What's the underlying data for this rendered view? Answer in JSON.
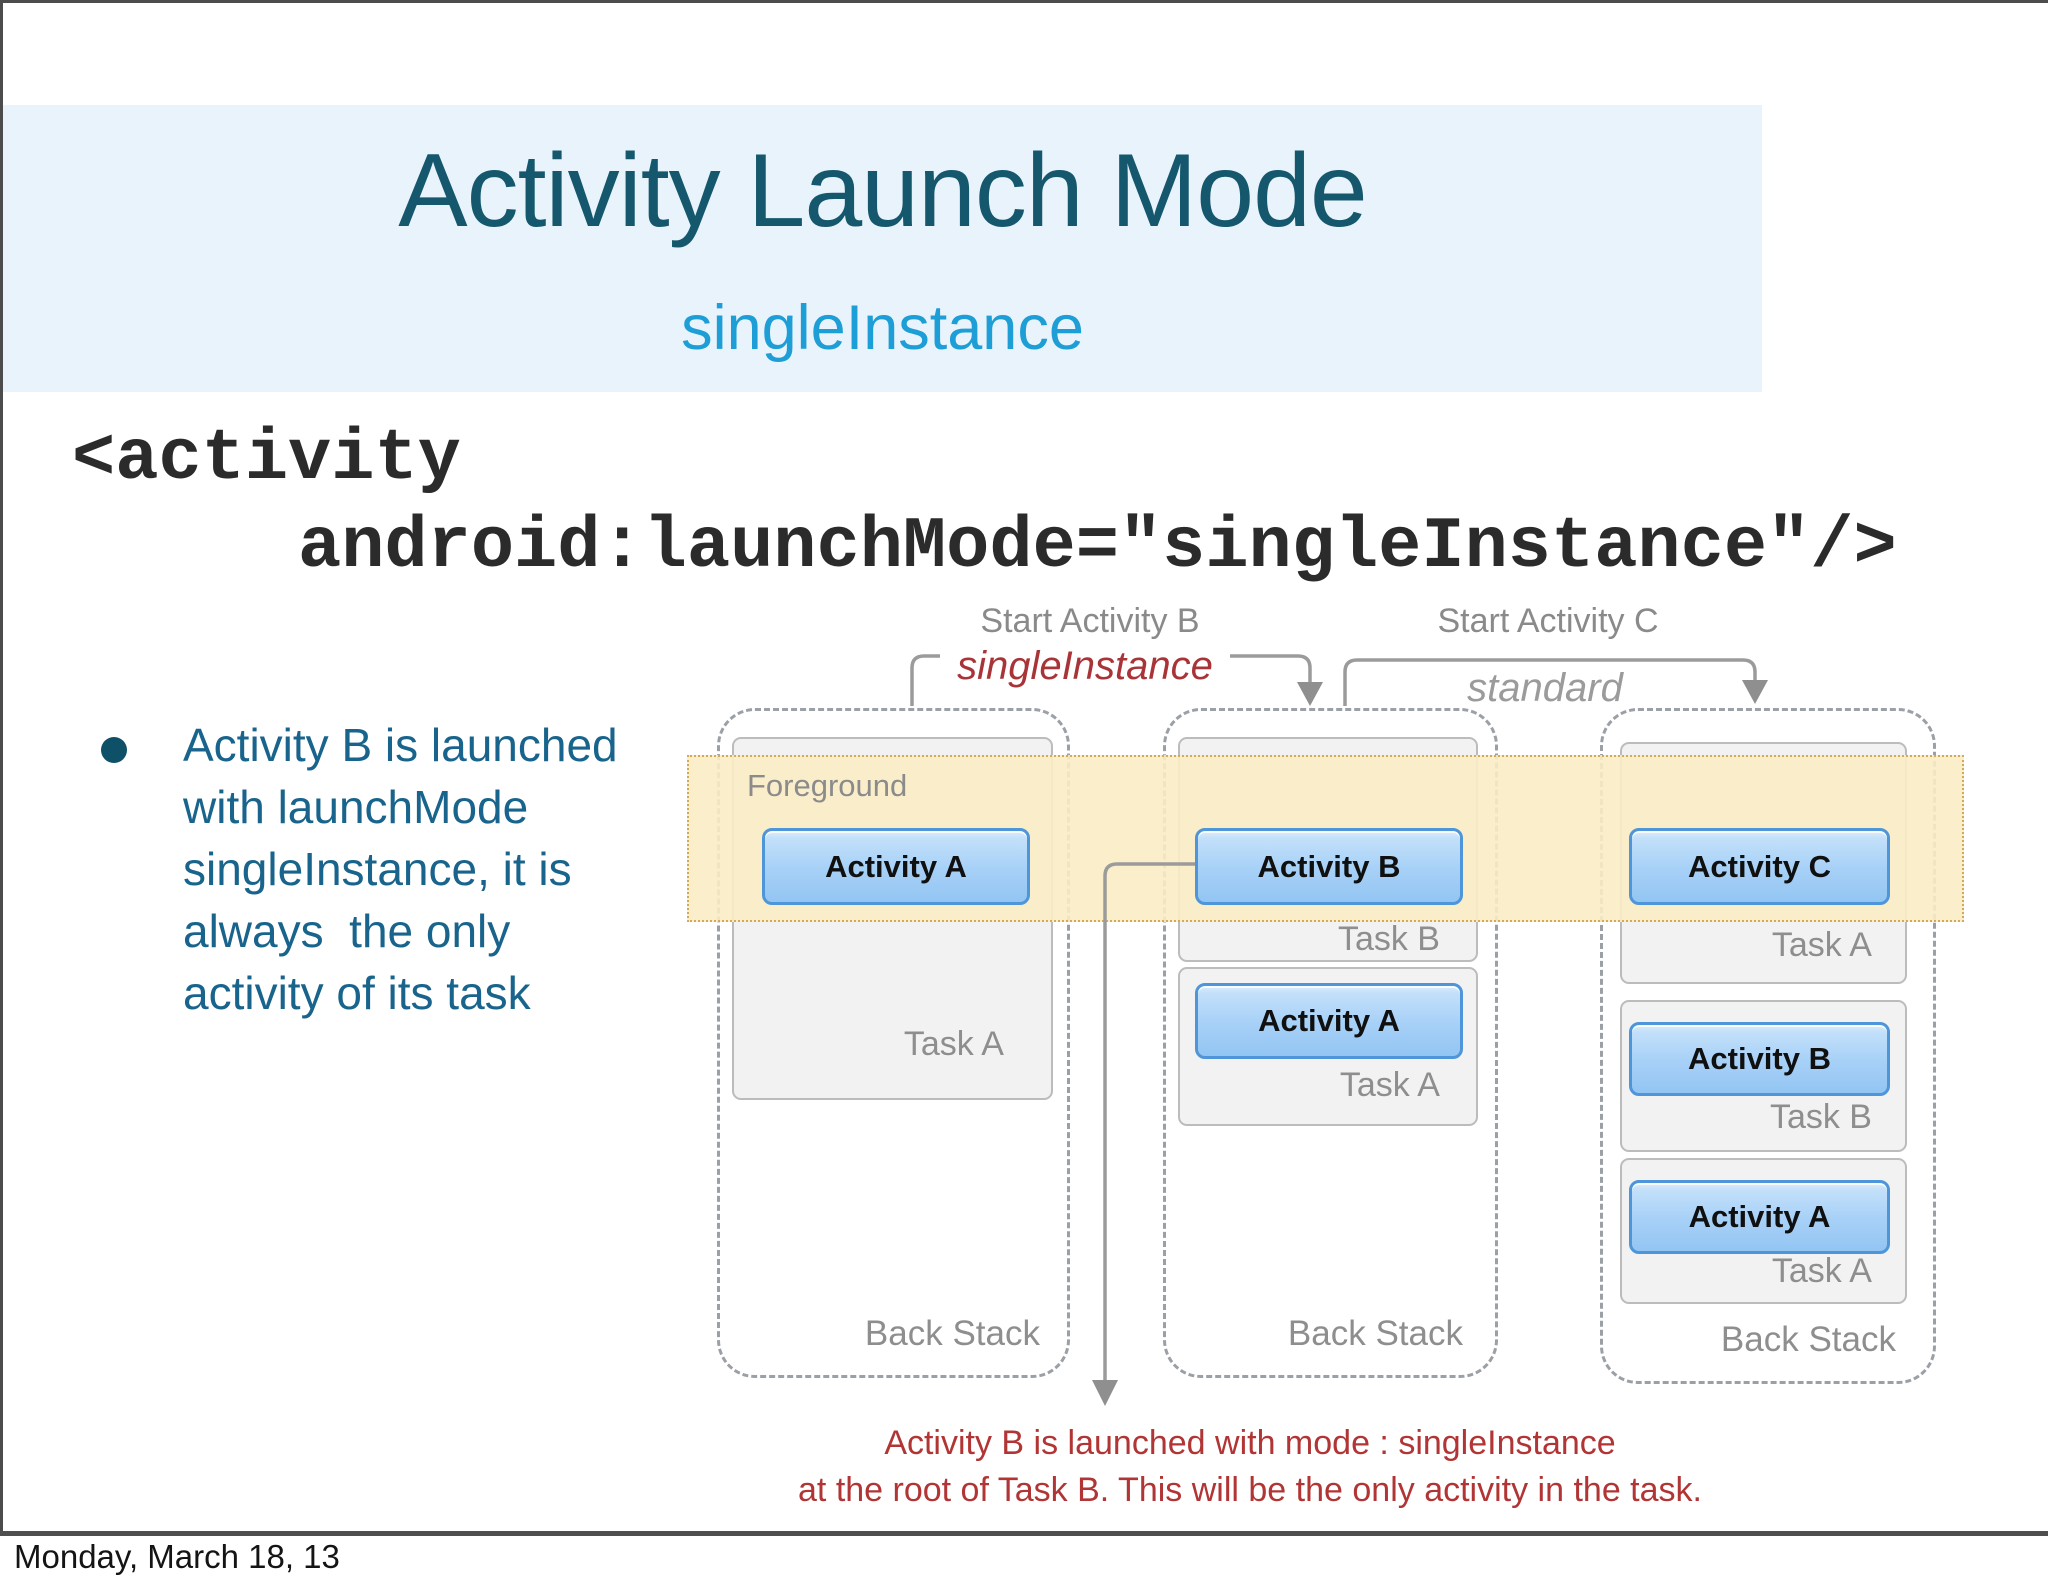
{
  "slide": {
    "title": "Activity Launch Mode",
    "subtitle": "singleInstance",
    "code": {
      "line1": "<activity",
      "line2": "android:launchMode=\"singleInstance\"/>"
    },
    "bullet": "Activity B is launched\nwith launchMode\nsingleInstance, it is\nalways  the only\nactivity of its task",
    "footer_date": "Monday, March 18, 13"
  },
  "diagram": {
    "connectors": [
      {
        "action": "Start Activity B",
        "mode": "singleInstance"
      },
      {
        "action": "Start Activity C",
        "mode": "standard"
      }
    ],
    "foreground_label": "Foreground",
    "tasks": [
      {
        "back_stack_label": "Back Stack",
        "boxes": [
          {
            "activity": "Activity A",
            "task_label": "Task A"
          }
        ]
      },
      {
        "back_stack_label": "Back Stack",
        "boxes": [
          {
            "activity": "Activity B",
            "task_label": "Task B"
          },
          {
            "activity": "Activity A",
            "task_label": "Task A"
          }
        ]
      },
      {
        "back_stack_label": "Back Stack",
        "boxes": [
          {
            "activity": "Activity C",
            "task_label": "Task A"
          },
          {
            "activity": "Activity B",
            "task_label": "Task B"
          },
          {
            "activity": "Activity A",
            "task_label": "Task A"
          }
        ]
      }
    ],
    "caption": {
      "line1": "Activity B is launched with mode : singleInstance",
      "line2": "at the root of Task B. This will be the only activity in the task."
    },
    "colors": {
      "banner_bg": "#e9f3fb",
      "title": "#15586d",
      "subtitle": "#1d9ed6",
      "bullet_text": "#19648c",
      "foreground_band": "#faecc5",
      "activity_box_border": "#4e96d9",
      "caption_red": "#b23535"
    }
  }
}
